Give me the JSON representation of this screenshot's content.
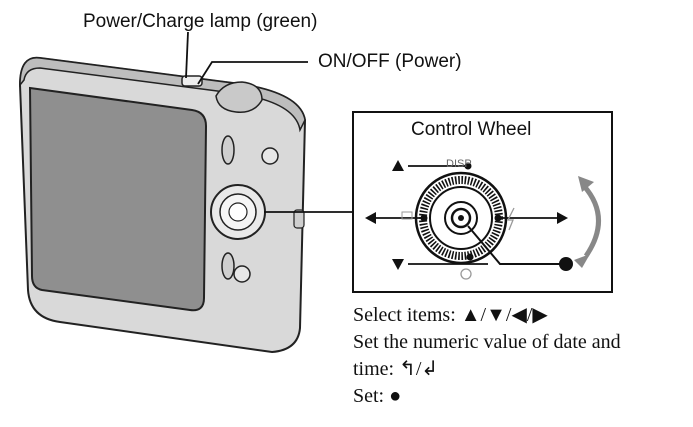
{
  "callouts": {
    "power_lamp": "Power/Charge lamp (green)",
    "on_off": "ON/OFF (Power)"
  },
  "control_wheel": {
    "title": "Control Wheel",
    "disp_label": "DISP"
  },
  "instructions": {
    "select_items": "Select items: ▲/▼/◀/▶",
    "set_numeric_line1": "Set the numeric value of date and",
    "set_numeric_line2": "time: ↰/↲",
    "set": "Set: ●"
  },
  "icons": [
    "camera-illustration",
    "up-arrow-icon",
    "down-arrow-icon",
    "left-arrow-icon",
    "right-arrow-icon",
    "set-button-icon",
    "rotate-arrow-icon",
    "timer-icon",
    "flash-icon"
  ]
}
